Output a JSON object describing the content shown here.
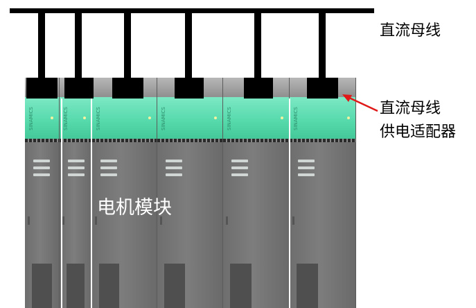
{
  "labels": {
    "dc_bus": "直流母线",
    "dc_adapter_line1": "直流母线",
    "dc_adapter_line2": "供电适配器",
    "motor_module": "电机模块"
  },
  "module_brand": "SINAMICS",
  "colors": {
    "bus": "#000000",
    "module_green": "#55d9ab",
    "module_body": "#757575",
    "arrow": "#e01818"
  },
  "module_count": 6
}
